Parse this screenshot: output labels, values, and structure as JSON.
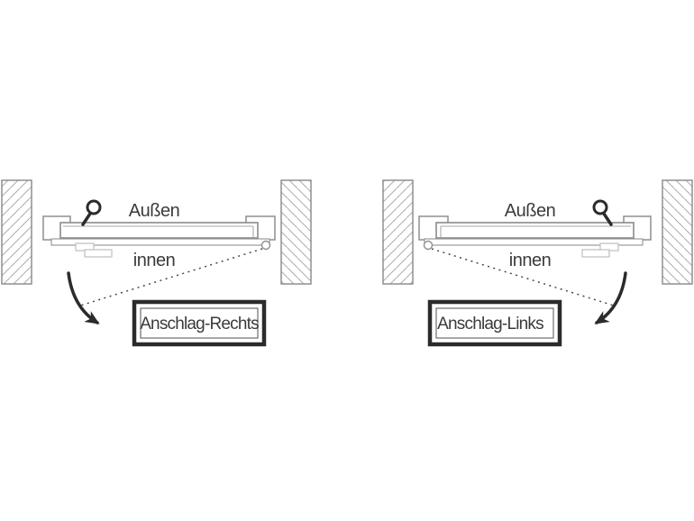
{
  "background_color": "#ffffff",
  "colors": {
    "ink": "#2b2b2b",
    "outline_gray": "#8f8f8f",
    "hatch_gray": "#ababab",
    "light_gray": "#c2c2c2",
    "text": "#3b3b3b"
  },
  "panels": [
    {
      "name": "anschlag-rechts",
      "outside_label": "Außen",
      "inside_label": "innen",
      "box_label": "Anschlag-Rechts",
      "hinge_side": "right",
      "handle_side": "left",
      "swing_direction": "down-right curved arrow"
    },
    {
      "name": "anschlag-links",
      "outside_label": "Außen",
      "inside_label": "innen",
      "box_label": "Anschlag-Links",
      "hinge_side": "left",
      "handle_side": "right",
      "swing_direction": "down-left curved arrow"
    }
  ],
  "icons": {
    "door_handle": "knob-circle-with-stem",
    "swing_arrow": "curved-arrow",
    "hinge_pivot": "small-circle",
    "wall_fill": "diagonal-hatch"
  }
}
